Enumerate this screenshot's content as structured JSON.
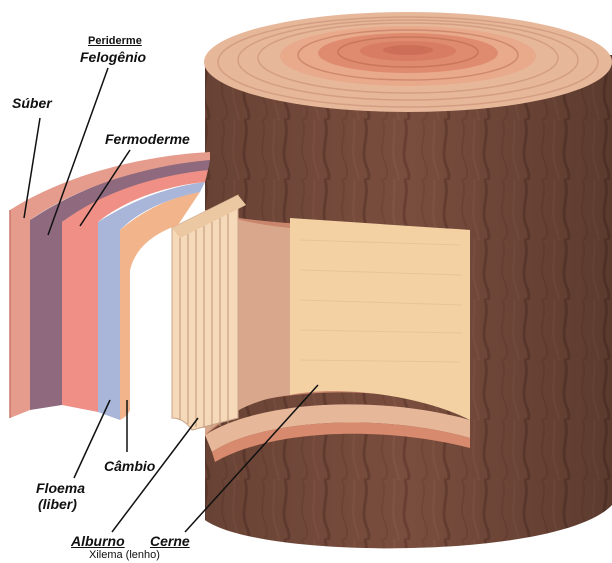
{
  "labels": {
    "periderme": "Periderme",
    "felogenio": "Felogênio",
    "suber": "Súber",
    "fermoderme": "Fermoderme",
    "floema_line1": "Floema",
    "floema_line2": "(liber)",
    "cambio": "Câmbio",
    "alburno": "Alburno",
    "cerne": "Cerne",
    "xilema": "Xilema (lenho)"
  },
  "colors": {
    "bark": "#7a4e3e",
    "bark_dark": "#5c3629",
    "rings": "#e7b79a",
    "heartwood_rings": "#d88a6e",
    "suber": "#e59c8d",
    "felogenio": "#8f6a7e",
    "fermoderme": "#ef8f86",
    "floema": "#a9b6d9",
    "cambio": "#f2b48a",
    "alburno": "#f6d9b8",
    "cerne": "#f3d1a3",
    "leader_line": "#111111"
  }
}
